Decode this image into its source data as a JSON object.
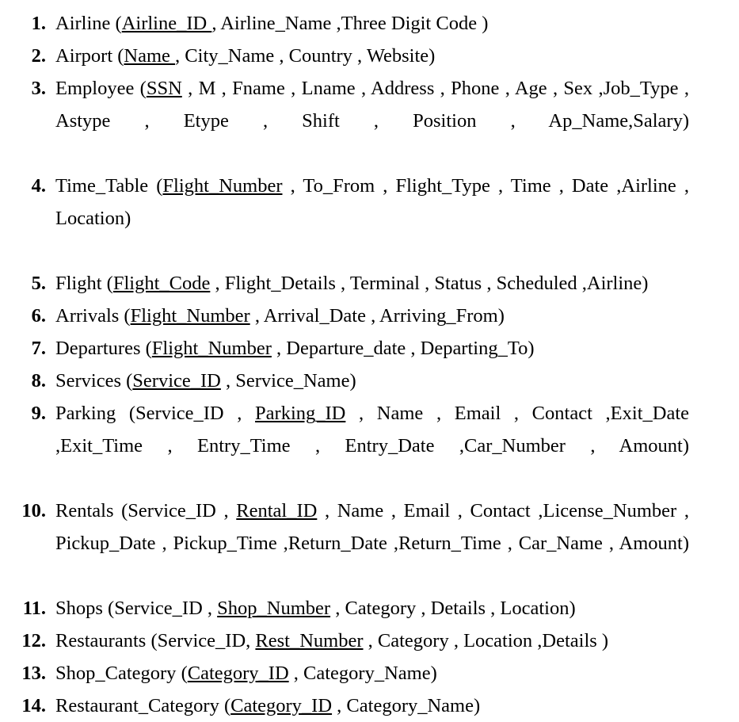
{
  "document": {
    "type": "relational-schema-list",
    "background_color": "#ffffff",
    "text_color": "#000000",
    "items": [
      {
        "number": "1.",
        "relation": "Airline",
        "open": " (",
        "primary_key": "Airline_ID ",
        "attributes": ", Airline_Name ,Three Digit Code )",
        "full_text": "Airline (Airline_ID , Airline_Name ,Three Digit Code )",
        "justified": false
      },
      {
        "number": "2.",
        "relation": "Airport",
        "open": " (",
        "primary_key": "Name ",
        "attributes": ", City_Name , Country , Website)",
        "full_text": "Airport (Name , City_Name , Country , Website)",
        "justified": false
      },
      {
        "number": "3.",
        "relation": "Employee",
        "open": " (",
        "primary_key": "SSN",
        "attributes": " , M , Fname , Lname , Address , Phone , Age , Sex ,Job_Type , Astype , Etype , Shift , Position , Ap_Name,Salary)",
        "full_text": "Employee (SSN , M , Fname , Lname , Address , Phone , Age , Sex ,Job_Type , Astype , Etype , Shift , Position , Ap_Name,Salary)",
        "justified": true
      },
      {
        "number": "4.",
        "relation": "Time_Table",
        "open": " (",
        "primary_key": "Flight_Number",
        "attributes": " , To_From , Flight_Type , Time , Date ,Airline , Location)",
        "full_text": "Time_Table (Flight_Number , To_From , Flight_Type , Time , Date ,Airline , Location)",
        "justified": true
      },
      {
        "number": "5.",
        "relation": "Flight",
        "open": " (",
        "primary_key": "Flight_Code",
        "attributes": " , Flight_Details , Terminal , Status , Scheduled ,Airline)",
        "full_text": "Flight (Flight_Code , Flight_Details , Terminal , Status , Scheduled ,Airline)",
        "justified": false
      },
      {
        "number": "6.",
        "relation": "Arrivals",
        "open": " (",
        "primary_key": "Flight_Number",
        "attributes": " , Arrival_Date , Arriving_From)",
        "full_text": "Arrivals (Flight_Number , Arrival_Date , Arriving_From)",
        "justified": false
      },
      {
        "number": "7.",
        "relation": "Departures",
        "open": " (",
        "primary_key": "Flight_Number",
        "attributes": " , Departure_date , Departing_To)",
        "full_text": "Departures (Flight_Number , Departure_date , Departing_To)",
        "justified": false
      },
      {
        "number": "8.",
        "relation": "Services",
        "open": " (",
        "primary_key": "Service_ID",
        "attributes": " , Service_Name)",
        "full_text": "Services (Service_ID , Service_Name)",
        "justified": false
      },
      {
        "number": "9.",
        "relation": "Parking",
        "open": " (Service_ID , ",
        "primary_key": "Parking_ID",
        "attributes": " , Name , Email , Contact ,Exit_Date ,Exit_Time , Entry_Time , Entry_Date ,Car_Number , Amount)",
        "full_text": "Parking (Service_ID , Parking_ID , Name , Email , Contact ,Exit_Date ,Exit_Time , Entry_Time , Entry_Date ,Car_Number , Amount)",
        "justified": true
      },
      {
        "number": "10.",
        "relation": "Rentals",
        "open": " (Service_ID , ",
        "primary_key": "Rental_ID",
        "attributes": " , Name , Email , Contact ,License_Number , Pickup_Date , Pickup_Time ,Return_Date ,Return_Time , Car_Name , Amount)",
        "full_text": "Rentals (Service_ID , Rental_ID , Name , Email , Contact ,License_Number , Pickup_Date , Pickup_Time ,Return_Date ,Return_Time , Car_Name , Amount)",
        "justified": true
      },
      {
        "number": "11.",
        "relation": "Shops",
        "open": " (Service_ID , ",
        "primary_key": "Shop_Number",
        "attributes": " , Category , Details , Location)",
        "full_text": "Shops (Service_ID , Shop_Number , Category , Details , Location)",
        "justified": false
      },
      {
        "number": "12.",
        "relation": "Restaurants",
        "open": " (Service_ID, ",
        "primary_key": "Rest_Number",
        "attributes": " , Category , Location ,Details )",
        "full_text": "Restaurants (Service_ID, Rest_Number , Category , Location ,Details )",
        "justified": false
      },
      {
        "number": "13.",
        "relation": "Shop_Category",
        "open": " (",
        "primary_key": "Category_ID",
        "attributes": " , Category_Name)",
        "full_text": "Shop_Category (Category_ID , Category_Name)",
        "justified": false
      },
      {
        "number": "14.",
        "relation": "Restaurant_Category",
        "open": " (",
        "primary_key": "Category_ID",
        "attributes": " , Category_Name)",
        "full_text": "Restaurant_Category (Category_ID , Category_Name)",
        "justified": false
      }
    ]
  }
}
